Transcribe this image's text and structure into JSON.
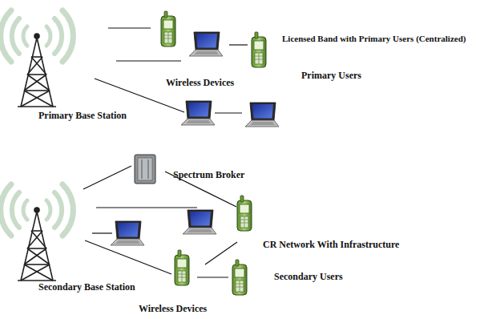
{
  "diagram": {
    "labels": [
      "Licensed Band with Primary Users (Centralized)",
      "Wireless Devices",
      "Primary Users",
      "Primary Base Station",
      "Spectrum Broker",
      "CR Network With Infrastructure",
      "Secondary Users",
      "Secondary Base Station",
      "Wireless Devices"
    ]
  }
}
